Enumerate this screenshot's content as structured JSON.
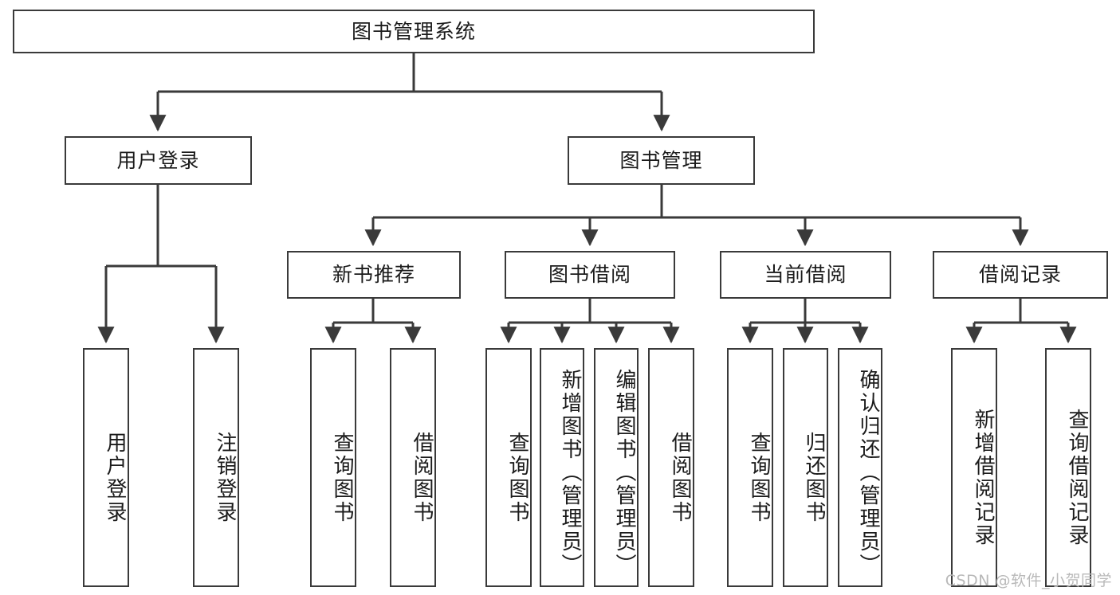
{
  "diagram": {
    "title": "图书管理系统",
    "type": "tree",
    "watermark": "CSDN @软件_小贺同学",
    "colors": {
      "box_border": "#3a3a3a",
      "box_fill": "#ffffff",
      "connector": "#3a3a3a",
      "text": "#1b1b1b",
      "watermark": "#b9b9b9",
      "background": "#ffffff"
    },
    "levels": {
      "level1": [
        {
          "id": "root",
          "label": "图书管理系统",
          "orientation": "horizontal"
        }
      ],
      "level2": [
        {
          "id": "user-login",
          "label": "用户登录",
          "orientation": "horizontal"
        },
        {
          "id": "book-manage",
          "label": "图书管理",
          "orientation": "horizontal"
        }
      ],
      "level3": [
        {
          "id": "new-book-recommend",
          "label": "新书推荐",
          "orientation": "horizontal"
        },
        {
          "id": "book-borrow",
          "label": "图书借阅",
          "orientation": "horizontal"
        },
        {
          "id": "current-borrow",
          "label": "当前借阅",
          "orientation": "horizontal"
        },
        {
          "id": "borrow-record",
          "label": "借阅记录",
          "orientation": "horizontal"
        }
      ],
      "leaves": [
        {
          "id": "leaf-user-login",
          "label": "用户登录",
          "parent": "user-login",
          "orientation": "vertical"
        },
        {
          "id": "leaf-user-logout",
          "label": "注销登录",
          "parent": "user-login",
          "orientation": "vertical"
        },
        {
          "id": "leaf-query-book-1",
          "label": "查询图书",
          "parent": "new-book-recommend",
          "orientation": "vertical"
        },
        {
          "id": "leaf-borrow-book-1",
          "label": "借阅图书",
          "parent": "new-book-recommend",
          "orientation": "vertical"
        },
        {
          "id": "leaf-query-book-2",
          "label": "查询图书",
          "parent": "book-borrow",
          "orientation": "vertical"
        },
        {
          "id": "leaf-add-book",
          "label": "新增图书（管理员）",
          "parent": "book-borrow",
          "orientation": "vertical"
        },
        {
          "id": "leaf-edit-book",
          "label": "编辑图书（管理员）",
          "parent": "book-borrow",
          "orientation": "vertical"
        },
        {
          "id": "leaf-borrow-book-2",
          "label": "借阅图书",
          "parent": "book-borrow",
          "orientation": "vertical"
        },
        {
          "id": "leaf-query-book-3",
          "label": "查询图书",
          "parent": "current-borrow",
          "orientation": "vertical"
        },
        {
          "id": "leaf-return-book",
          "label": "归还图书",
          "parent": "current-borrow",
          "orientation": "vertical"
        },
        {
          "id": "leaf-confirm-return",
          "label": "确认归还（管理员）",
          "parent": "current-borrow",
          "orientation": "vertical"
        },
        {
          "id": "leaf-add-record",
          "label": "新增借阅记录",
          "parent": "borrow-record",
          "orientation": "vertical"
        },
        {
          "id": "leaf-query-record",
          "label": "查询借阅记录",
          "parent": "borrow-record",
          "orientation": "vertical"
        }
      ]
    }
  }
}
